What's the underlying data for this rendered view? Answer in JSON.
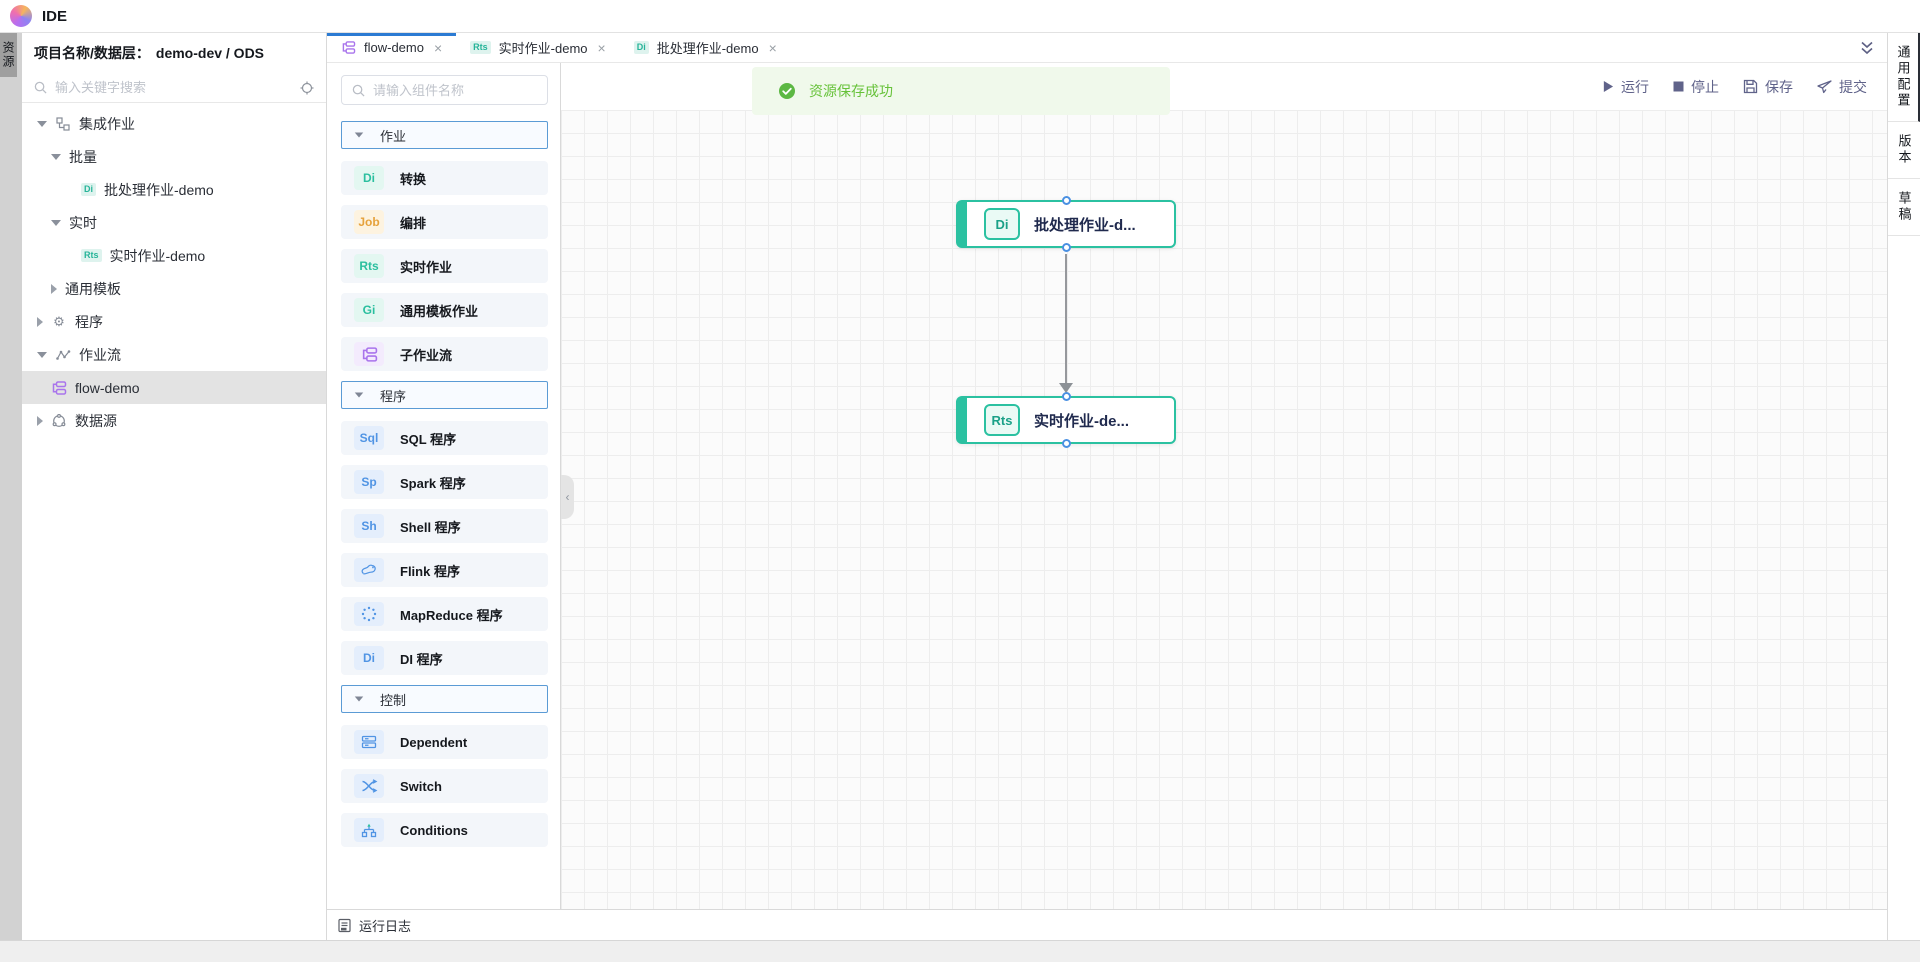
{
  "app": {
    "title": "IDE"
  },
  "left_strip": {
    "resource_label": "资源"
  },
  "sidebar": {
    "header_label": "项目名称/数据层：",
    "header_value": "demo-dev / ODS",
    "search_placeholder": "输入关键字搜索",
    "tree": [
      {
        "label": "集成作业"
      },
      {
        "label": "批量"
      },
      {
        "label": "批处理作业-demo",
        "badge": "Di"
      },
      {
        "label": "实时"
      },
      {
        "label": "实时作业-demo",
        "badge": "Rts"
      },
      {
        "label": "通用模板"
      },
      {
        "label": "程序"
      },
      {
        "label": "作业流"
      },
      {
        "label": "flow-demo"
      },
      {
        "label": "数据源"
      }
    ]
  },
  "tabs": [
    {
      "label": "flow-demo"
    },
    {
      "label": "实时作业-demo",
      "badge": "Rts"
    },
    {
      "label": "批处理作业-demo",
      "badge": "Di"
    }
  ],
  "palette": {
    "search_placeholder": "请输入组件名称",
    "sections": [
      {
        "title": "作业",
        "items": [
          {
            "badge": "Di",
            "label": "转换"
          },
          {
            "badge": "Job",
            "label": "编排"
          },
          {
            "badge": "Rts",
            "label": "实时作业"
          },
          {
            "badge": "Gi",
            "label": "通用模板作业"
          },
          {
            "label": "子作业流"
          }
        ]
      },
      {
        "title": "程序",
        "items": [
          {
            "badge": "Sql",
            "label": "SQL 程序"
          },
          {
            "badge": "Sp",
            "label": "Spark 程序"
          },
          {
            "badge": "Sh",
            "label": "Shell 程序"
          },
          {
            "label": "Flink 程序"
          },
          {
            "label": "MapReduce 程序"
          },
          {
            "badge": "Di",
            "label": "DI 程序"
          }
        ]
      },
      {
        "title": "控制",
        "items": [
          {
            "label": "Dependent"
          },
          {
            "label": "Switch"
          },
          {
            "label": "Conditions"
          }
        ]
      }
    ]
  },
  "toolbar": {
    "run": "运行",
    "stop": "停止",
    "save": "保存",
    "submit": "提交"
  },
  "toast": {
    "message": "资源保存成功"
  },
  "canvas": {
    "nodes": [
      {
        "badge": "Di",
        "label": "批处理作业-d..."
      },
      {
        "badge": "Rts",
        "label": "实时作业-de..."
      }
    ]
  },
  "right_panel": {
    "items": [
      {
        "label": "通用配置"
      },
      {
        "label": "版本"
      },
      {
        "label": "草稿"
      }
    ]
  },
  "bottom_bar": {
    "log_label": "运行日志"
  },
  "colors": {
    "accent_blue": "#2c7bd3",
    "node_teal": "#2bc1a1",
    "success_green": "#67c23a",
    "badge_blue": "#5094e4",
    "badge_orange": "#e6a23c",
    "flow_purple": "#a974ec"
  }
}
